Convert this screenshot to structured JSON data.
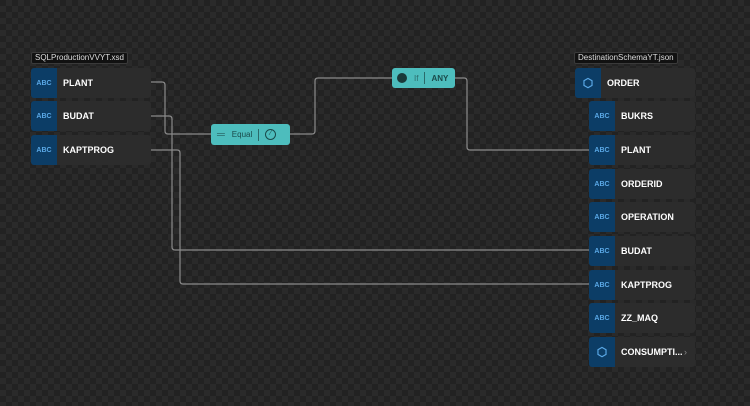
{
  "source": {
    "title": "SQLProductionVVYT.xsd",
    "fields": [
      {
        "type": "ABC",
        "name": "PLANT"
      },
      {
        "type": "ABC",
        "name": "BUDAT"
      },
      {
        "type": "ABC",
        "name": "KAPTPROG"
      }
    ]
  },
  "functions": {
    "equal": {
      "label": "Equal"
    },
    "if": {
      "label": "If",
      "value": "ANY"
    }
  },
  "destination": {
    "title": "DestinationSchemaYT.json",
    "root": {
      "name": "ORDER",
      "icon": "object-cube-icon"
    },
    "fields": [
      {
        "type": "ABC",
        "name": "BUKRS"
      },
      {
        "type": "ABC",
        "name": "PLANT"
      },
      {
        "type": "ABC",
        "name": "ORDERID"
      },
      {
        "type": "ABC",
        "name": "OPERATION"
      },
      {
        "type": "ABC",
        "name": "BUDAT"
      },
      {
        "type": "ABC",
        "name": "KAPTPROG"
      },
      {
        "type": "ABC",
        "name": "ZZ_MAQ"
      }
    ],
    "collapsed": {
      "name": "CONSUMPTI...",
      "icon": "object-cube-icon"
    }
  },
  "colors": {
    "function": "#4dbdbd",
    "type_badge": "#0c3d66",
    "wire": "#8a8a8a"
  }
}
